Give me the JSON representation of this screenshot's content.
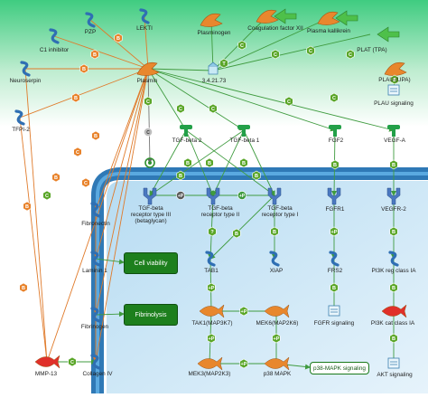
{
  "colors": {
    "extracellular_top": "#4fd08a",
    "membrane": "#2f79b6",
    "membrane_inner": "#4f9fd8",
    "cytoplasm": "#cfe7f6",
    "protease": "#e8872d",
    "ligand": "#22a048",
    "receptor": "#4b78c0",
    "regulator_hex": "#5aa628",
    "inhibit_hex": "#e8822a",
    "outcome_box": "#1a7a1a"
  },
  "nodes": {
    "pzp": "PZP",
    "lekti": "LEKTI",
    "plasminogen": "Plasminogen",
    "coagulation_factor_xii": "Coagulation factor XII",
    "plasma_kallikrein": "Plasma kallikrein",
    "plat": "PLAT (TPA)",
    "c1_inhibitor": "C1 inhibitor",
    "neuroserpin": "Neuroserpin",
    "plasmin": "Plasmin",
    "enzyme_34213": "3.4.21.73",
    "plau": "PLAU (UPA)",
    "plau_signaling": "PLAU signaling",
    "tfpi2": "TFPI-2",
    "tgf_beta_2": "TGF-beta 2",
    "tgf_beta_1": "TGF-beta 1",
    "fgf2": "FGF2",
    "vegfa": "VEGF-A",
    "tgfbr3": "TGF-beta receptor type III (betaglycan)",
    "tgfbr2": "TGF-beta receptor type II",
    "tgfbr1": "TGF-beta receptor type I",
    "fgfr1": "FGFR1",
    "vegfr2": "VEGFR-2",
    "fibronectin": "Fibronectin",
    "laminin1": "Laminin 1",
    "fibrinogen": "Fibrinogen",
    "mmp13": "MMP-13",
    "collagen_iv": "Collagen IV",
    "tab1": "TAB1",
    "xiap": "XIAP",
    "frs2": "FRS2",
    "pi3k_reg": "PI3K reg class IA",
    "tak1": "TAK1(MAP3K7)",
    "mek6": "MEK6(MAP2K6)",
    "fgfr_signaling": "FGFR signaling",
    "pi3k_cat": "PI3K cat class IA",
    "mek3": "MEK3(MAP2K3)",
    "p38": "p38 MAPK",
    "p38_signaling": "p38-MAPK signaling",
    "akt_signaling": "AKT signaling"
  },
  "outcomes": {
    "cell_viability": "Cell viability",
    "fibrinolysis": "Fibrinolysis"
  },
  "marks": {
    "binding": "B",
    "cleavage": "C",
    "transformation": "T",
    "phosphorylation": "+P",
    "unknown": "?"
  }
}
